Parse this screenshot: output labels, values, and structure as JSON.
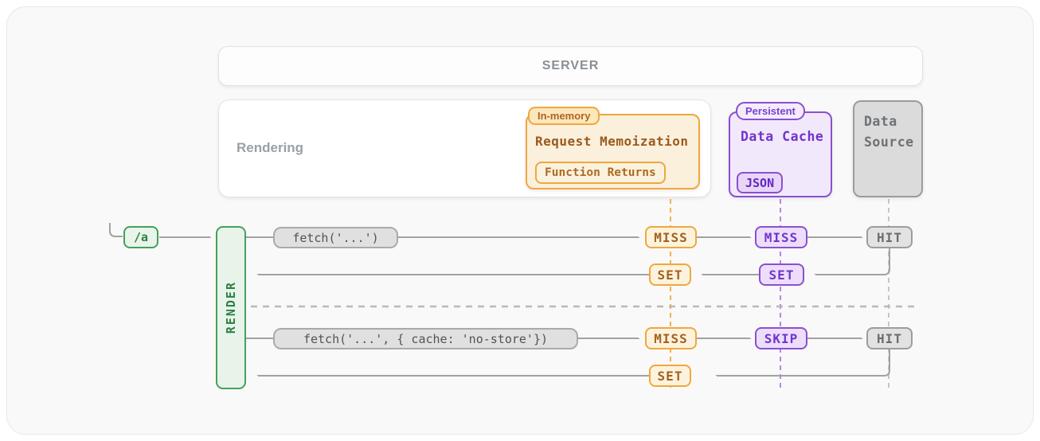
{
  "server": {
    "label": "SERVER"
  },
  "rendering_box": {
    "label": "Rendering"
  },
  "request_memoization": {
    "tag": "In-memory",
    "title": "Request Memoization",
    "inner_box": "Function Returns"
  },
  "data_cache": {
    "tag": "Persistent",
    "title": "Data Cache",
    "inner_box": "JSON"
  },
  "data_source": {
    "title": "Data Source"
  },
  "flow": {
    "route_label": "/a",
    "render_label": "RENDER",
    "row1": {
      "fetch_label": "fetch('...')",
      "memoization_result": "MISS",
      "data_cache_result": "MISS",
      "data_source_result": "HIT",
      "memoization_set": "SET",
      "data_cache_set": "SET"
    },
    "row2": {
      "fetch_label": "fetch('...', { cache: 'no-store'})",
      "memoization_result": "MISS",
      "data_cache_result": "SKIP",
      "data_source_result": "HIT",
      "memoization_set": "SET"
    }
  },
  "colors": {
    "green_accent": "#44a159",
    "orange_accent": "#f0a73f",
    "purple_accent": "#8b4fd1",
    "gray_arrow": "#a2a2a2"
  }
}
